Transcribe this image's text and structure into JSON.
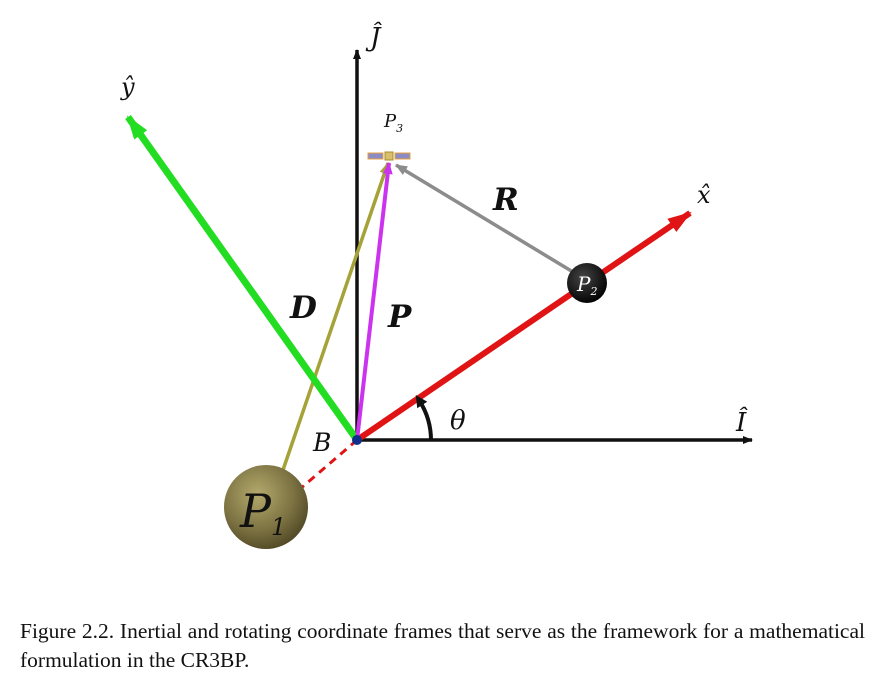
{
  "labels": {
    "J_hat": "Ĵ",
    "I_hat": "Î",
    "x_hat": "x̂",
    "y_hat": "ŷ",
    "P3": "P",
    "P3_sub": "3",
    "P2": "P",
    "P2_sub": "2",
    "P1": "P",
    "P1_sub": "1",
    "R": "R",
    "D": "D",
    "P": "P",
    "B": "B",
    "theta": "θ"
  },
  "caption": "Figure 2.2. Inertial and rotating coordinate frames that serve as the framework for a mathematical formulation in the CR3BP.",
  "colors": {
    "inertial_axes": "#111111",
    "x_axis": "#e01414",
    "y_axis": "#22dd22",
    "R_vector": "#8c8c8c",
    "D_vector": "#a5a238",
    "P_vector": "#cc33ee",
    "P1_body": "#7a7040",
    "P2_body": "#0a0a0a",
    "B_point": "#0f2f8a"
  }
}
